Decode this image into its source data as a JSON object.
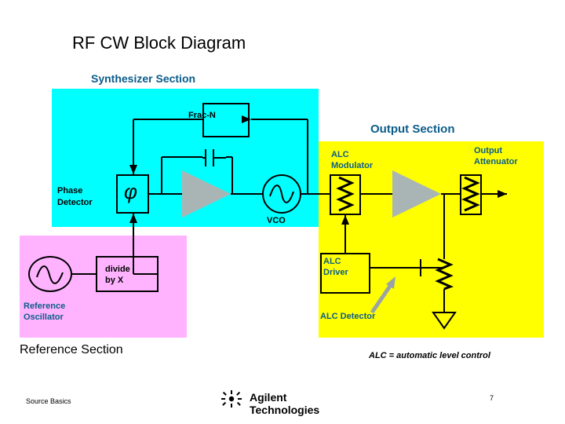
{
  "slide": {
    "title": "RF CW Block Diagram",
    "footer_left": "Source Basics",
    "page_number": "7",
    "logo_text": "Agilent Technologies"
  },
  "sections": {
    "synthesizer": "Synthesizer Section",
    "output": "Output Section",
    "reference": "Reference Section",
    "alc_note": "ALC = automatic level control"
  },
  "blocks": {
    "frac_n": "Frac-N",
    "phase_detector": "Phase\nDetector",
    "phase_detector_line1": "Phase",
    "phase_detector_line2": "Detector",
    "phase_symbol": "φ",
    "vco": "VCO",
    "reference_oscillator_line1": "Reference",
    "reference_oscillator_line2": "Oscillator",
    "divide_line1": "divide",
    "divide_line2": "by X",
    "alc_modulator_line1": "ALC",
    "alc_modulator_line2": "Modulator",
    "output_attenuator_line1": "Output",
    "output_attenuator_line2": "Attenuator",
    "alc_driver_line1": "ALC",
    "alc_driver_line2": "Driver",
    "alc_detector": "ALC Detector"
  },
  "colors": {
    "synth_panel": "#00ffff",
    "reference_panel": "#ffb3ff",
    "output_panel": "#ffff00",
    "section_label": "#0b5c8a",
    "amplifier": "#a9b5b5",
    "line": "#000000",
    "arrow_gray": "#9aa3a3"
  }
}
